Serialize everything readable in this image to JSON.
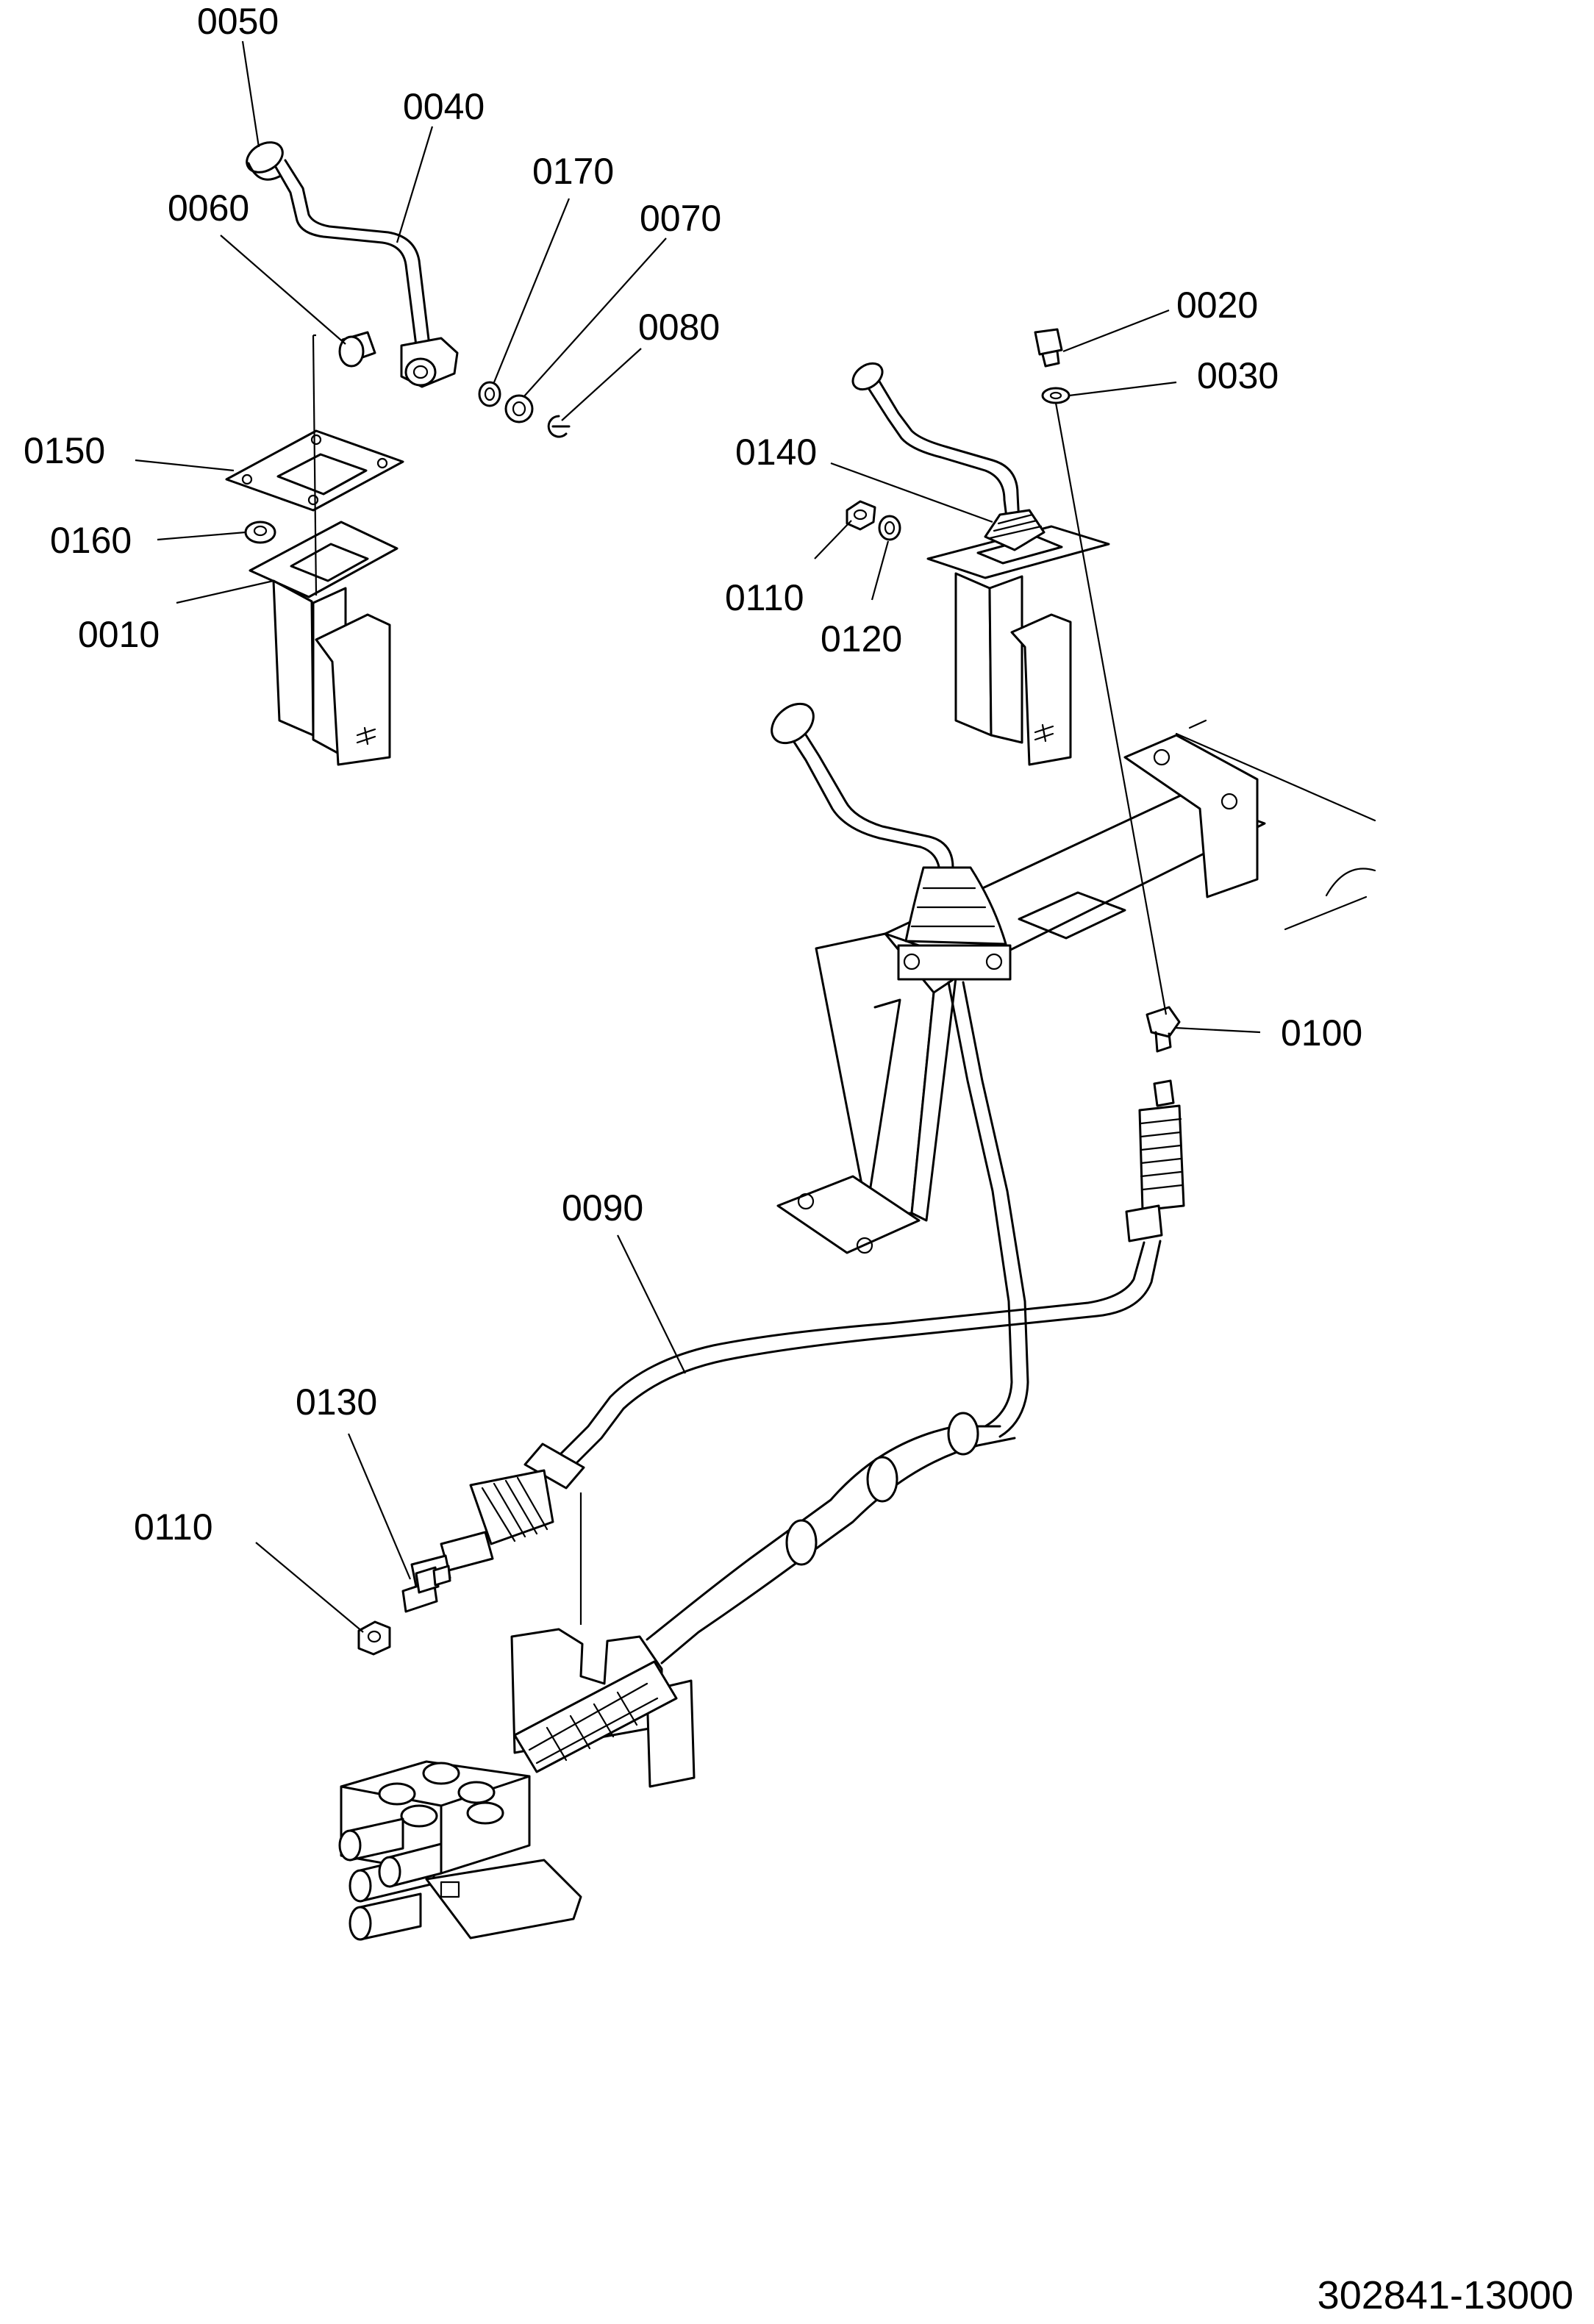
{
  "diagram": {
    "callouts": [
      {
        "id": "c0050",
        "label": "0050"
      },
      {
        "id": "c0040",
        "label": "0040"
      },
      {
        "id": "c0060",
        "label": "0060"
      },
      {
        "id": "c0170",
        "label": "0170"
      },
      {
        "id": "c0070",
        "label": "0070"
      },
      {
        "id": "c0080",
        "label": "0080"
      },
      {
        "id": "c0150",
        "label": "0150"
      },
      {
        "id": "c0160",
        "label": "0160"
      },
      {
        "id": "c0010",
        "label": "0010"
      },
      {
        "id": "c0020",
        "label": "0020"
      },
      {
        "id": "c0030",
        "label": "0030"
      },
      {
        "id": "c0140",
        "label": "0140"
      },
      {
        "id": "c0110a",
        "label": "0110"
      },
      {
        "id": "c0120",
        "label": "0120"
      },
      {
        "id": "c0100",
        "label": "0100"
      },
      {
        "id": "c0090",
        "label": "0090"
      },
      {
        "id": "c0130",
        "label": "0130"
      },
      {
        "id": "c0110b",
        "label": "0110"
      }
    ],
    "footer_code": "302841-13000"
  }
}
